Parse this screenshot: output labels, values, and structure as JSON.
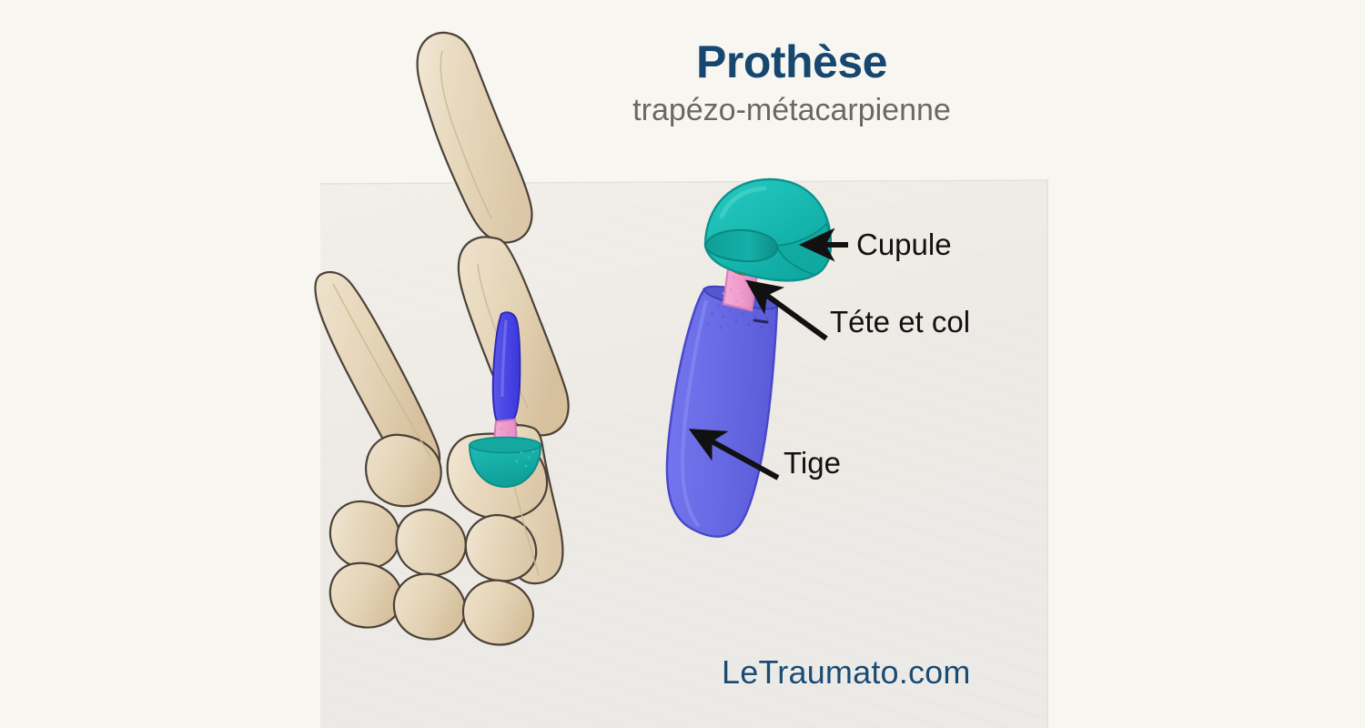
{
  "figure": {
    "title": "Prothèse",
    "subtitle": "trapézo-métacarpienne",
    "watermark": "LeTraumato.com"
  },
  "callouts": [
    {
      "id": "cupule",
      "label": "Cupule",
      "target": "prosthesis-cup"
    },
    {
      "id": "tete-et-col",
      "label": "Téte et col",
      "target": "prosthesis-head-neck"
    },
    {
      "id": "tige",
      "label": "Tige",
      "target": "prosthesis-stem"
    }
  ],
  "colors": {
    "background": "#f8f6f1",
    "surface_shadow": "#eeebe6",
    "title_navy": "#17476e",
    "subtitle_gray": "#6d675f",
    "watermark_navy": "#1b4a73",
    "bone_fill": "#e6d6bc",
    "bone_light": "#f0e4cf",
    "bone_outline": "#4a4036",
    "cup_teal": "#17b8b0",
    "cup_teal_dark": "#0e9d96",
    "head_orange": "#f05a23",
    "head_orange_dark": "#d9481a",
    "neck_pink": "#f09ccd",
    "neck_pink_dark": "#df84bb",
    "stem_blue": "#6a6ce6",
    "stem_blue_dark": "#4a4ccc",
    "stem_blue_insitu": "#3a35e0",
    "arrow_black": "#111111"
  },
  "anatomy": {
    "view": "thumb ray with trapeziometacarpal prosthesis in situ",
    "bones": [
      "distal phalanx of thumb",
      "proximal phalanx of thumb",
      "first metacarpal",
      "trapezium",
      "scaphoid",
      "carpal bones",
      "second metacarpal"
    ]
  },
  "implant": {
    "name": "trapeziometacarpal prosthesis",
    "components": [
      {
        "name": "cup",
        "french": "Cupule",
        "color": "#17b8b0",
        "seated_in": "trapezium"
      },
      {
        "name": "head",
        "french": "Tête",
        "color": "#f05a23"
      },
      {
        "name": "neck",
        "french": "Col",
        "color": "#f09ccd"
      },
      {
        "name": "stem",
        "french": "Tige",
        "color": "#6a6ce6",
        "seated_in": "first metacarpal"
      }
    ]
  }
}
